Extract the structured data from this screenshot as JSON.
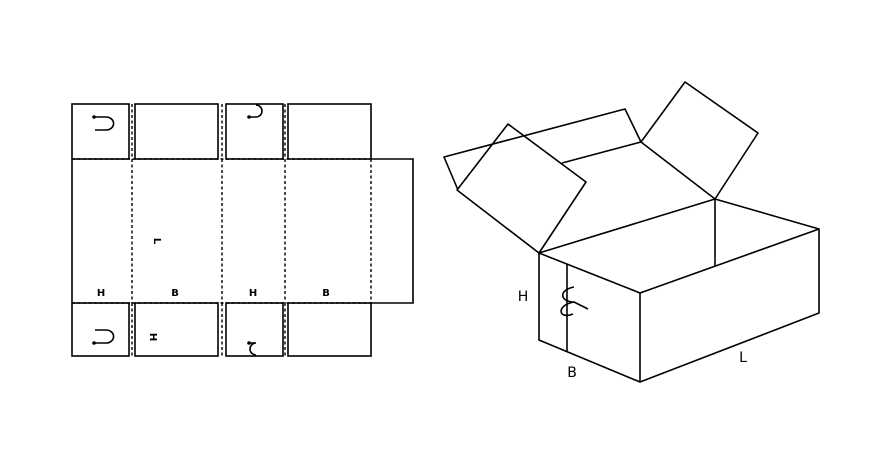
{
  "flat_layout": {
    "labels": {
      "h1": "H",
      "b1": "B",
      "h2": "H",
      "b2": "B",
      "length": "L",
      "flap_height": "H"
    }
  },
  "box_3d": {
    "labels": {
      "height": "H",
      "width": "B",
      "length": "L"
    }
  },
  "colors": {
    "line": "#000000",
    "background": "#ffffff"
  }
}
